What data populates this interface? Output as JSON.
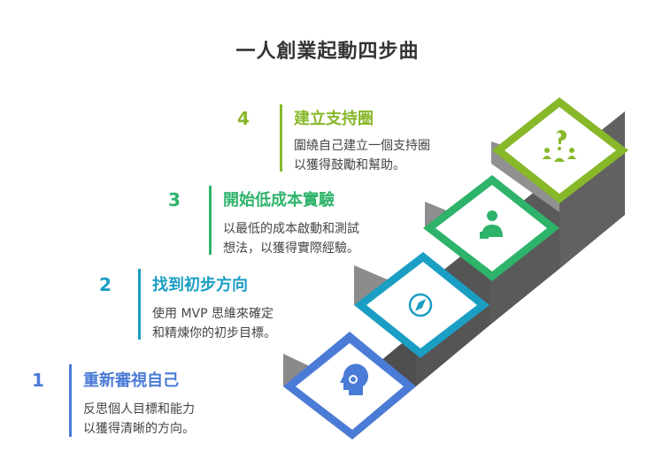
{
  "title": "一人創業起動四步曲",
  "steps": [
    {
      "number": "1",
      "heading": "重新審視自己",
      "desc_lines": [
        "反思個人目標和能力",
        "以獲得清晰的方向。"
      ],
      "color": "#4a7bd6",
      "icon": "head-search-icon"
    },
    {
      "number": "2",
      "heading": "找到初步方向",
      "desc_lines": [
        "使用 MVP 思維來確定",
        "和精煉你的初步目標。"
      ],
      "color": "#1a9ec3",
      "icon": "compass-icon"
    },
    {
      "number": "3",
      "heading": "開始低成本實驗",
      "desc_lines": [
        "以最低的成本啟動和測試",
        "想法，以獲得實際經驗。"
      ],
      "color": "#2db36a",
      "icon": "scientist-icon"
    },
    {
      "number": "4",
      "heading": "建立支持圈",
      "desc_lines": [
        "圍繞自己建立一個支持圈",
        "以獲得鼓勵和幫助。"
      ],
      "color": "#88b82a",
      "icon": "support-group-icon"
    }
  ]
}
